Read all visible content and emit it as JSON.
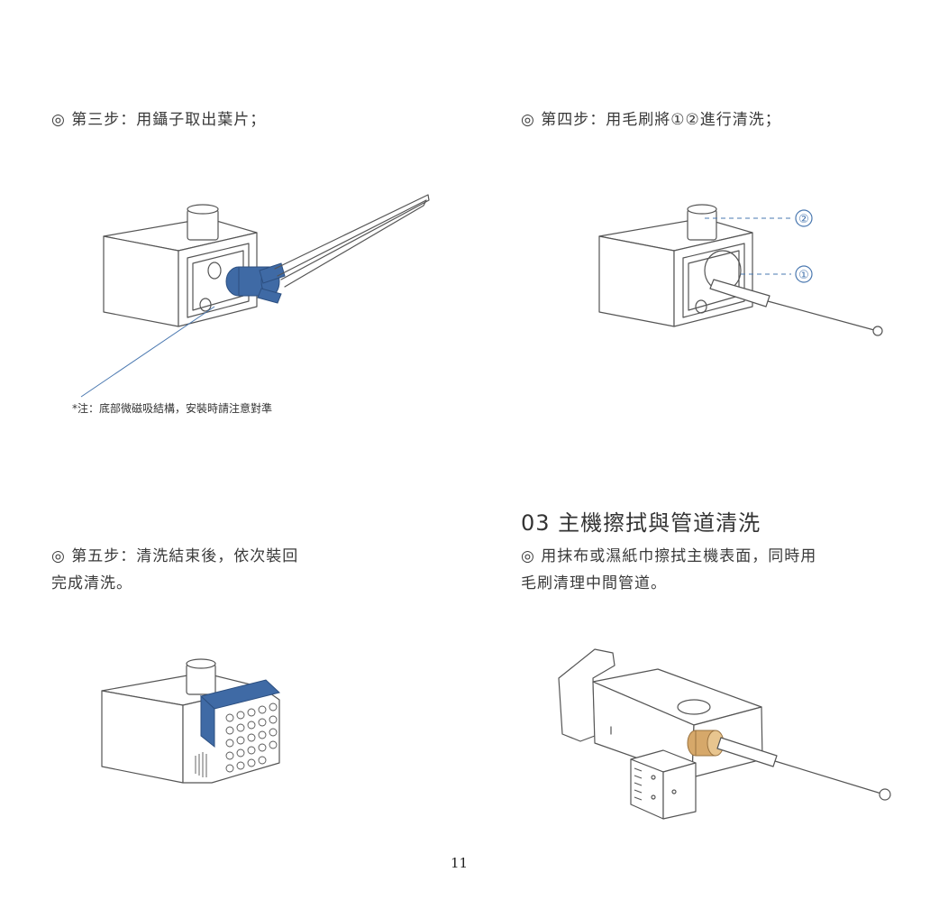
{
  "steps": {
    "step3": {
      "text": "◎ 第三步：用鑷子取出葉片；"
    },
    "step3_note": "*注：底部微磁吸結構，安裝時請注意對準",
    "step4": {
      "text": "◎ 第四步：用毛刷將①②進行清洗；"
    },
    "step4_callouts": [
      "②",
      "①"
    ],
    "step5": {
      "line1": "◎ 第五步：清洗結束後，依次裝回",
      "line2": "完成清洗。"
    }
  },
  "section03": {
    "title": "03 主機擦拭與管道清洗",
    "line1": "◎ 用抹布或濕紙巾擦拭主機表面，同時用",
    "line2": "毛刷清理中間管道。"
  },
  "page_number": "11",
  "colors": {
    "accent_blue": "#3f6aa5",
    "copper": "#d6a86a",
    "line": "#555555"
  }
}
